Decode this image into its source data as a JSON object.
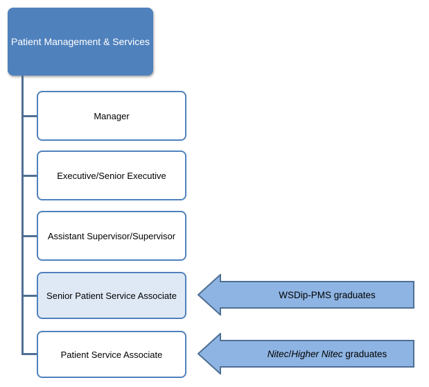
{
  "diagram": {
    "root": {
      "label": "Patient Management & Services"
    },
    "roles": [
      {
        "label": "Manager"
      },
      {
        "label": "Executive/Senior Executive"
      },
      {
        "label": "Assistant Supervisor/Supervisor"
      },
      {
        "label": "Senior Patient Service Associate"
      },
      {
        "label": "Patient Service Associate"
      }
    ],
    "arrows": [
      {
        "label": "WSDip-PMS graduates"
      },
      {
        "label_part1": "Nitec",
        "label_part2": "/",
        "label_part3": "Higher Nitec",
        "label_part4": " graduates"
      }
    ]
  },
  "colors": {
    "root_fill": "#4f81bd",
    "box_border": "#4f81bd",
    "highlight_fill": "#dfe9f5",
    "arrow_fill": "#8eb4e3",
    "arrow_stroke": "#4f6f93",
    "connector": "#4f6f93"
  }
}
